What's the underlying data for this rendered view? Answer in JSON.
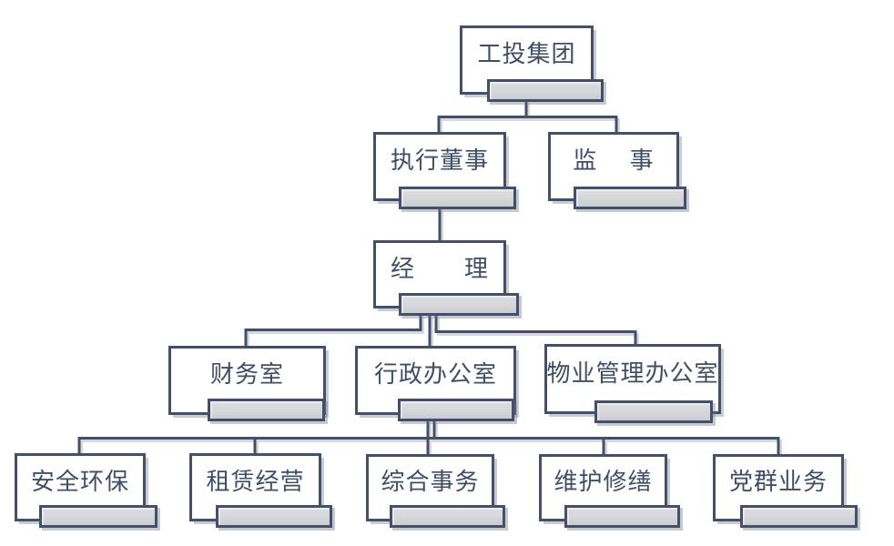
{
  "org": {
    "nodes": [
      {
        "id": "group",
        "label": "工投集团",
        "parent": null,
        "name_placeholder": true
      },
      {
        "id": "exec",
        "label": "执行董事",
        "parent": "group",
        "name_placeholder": true
      },
      {
        "id": "supervisor",
        "label": "监　 事",
        "parent": "group",
        "name_placeholder": true
      },
      {
        "id": "manager",
        "label": "经　　理",
        "parent": "exec",
        "name_placeholder": true
      },
      {
        "id": "finance",
        "label": "财务室",
        "parent": "manager",
        "name_placeholder": true
      },
      {
        "id": "admin",
        "label": "行政办公室",
        "parent": "manager",
        "name_placeholder": true
      },
      {
        "id": "property",
        "label": "物业管理办公室",
        "parent": "manager",
        "name_placeholder": true
      },
      {
        "id": "safety",
        "label": "安全环保",
        "parent": "admin",
        "name_placeholder": true
      },
      {
        "id": "leasing",
        "label": "租赁经营",
        "parent": "admin",
        "name_placeholder": true
      },
      {
        "id": "general",
        "label": "综合事务",
        "parent": "admin",
        "name_placeholder": true
      },
      {
        "id": "maintenance",
        "label": "维护修缮",
        "parent": "admin",
        "name_placeholder": true
      },
      {
        "id": "party",
        "label": "党群业务",
        "parent": "admin",
        "name_placeholder": true
      }
    ],
    "colors": {
      "border_line": "#44506a",
      "box_fill": "#ffffff",
      "placeholder_fill": "#d6d7db",
      "text": "#3f4e66",
      "shadow": "rgba(110,120,140,0.4)",
      "background": "#ffffff"
    }
  }
}
